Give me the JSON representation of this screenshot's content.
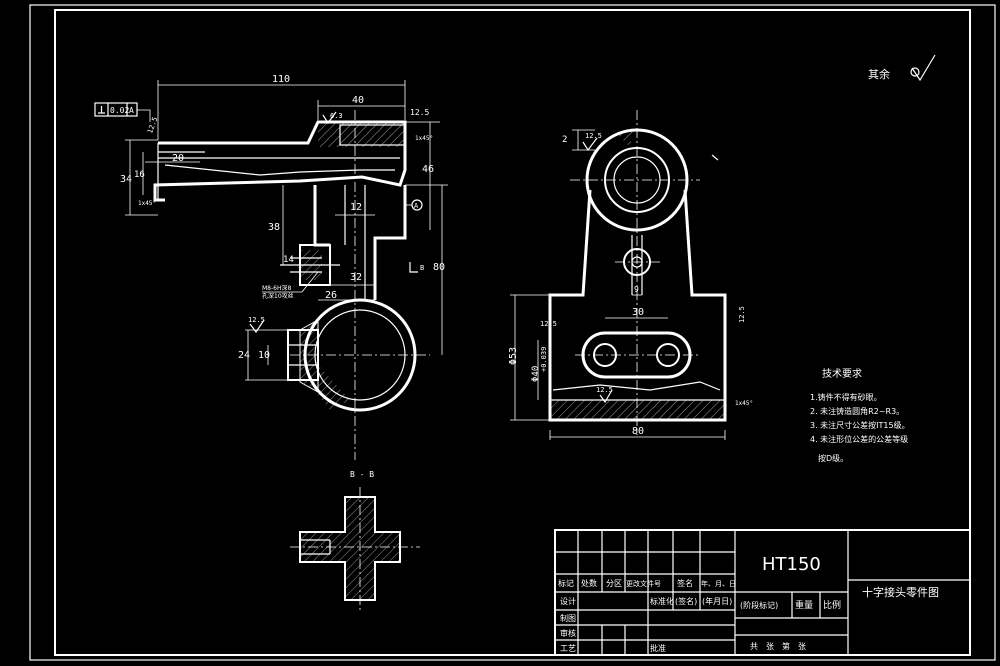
{
  "corner_note": {
    "text": "其余"
  },
  "section_label": "B - B",
  "front_view_dims": {
    "d110": "110",
    "d40": "40",
    "d12_5_top": "12.5",
    "d46": "46",
    "d12": "12",
    "d38": "38",
    "d80": "80",
    "d32": "32",
    "d26": "26",
    "d14": "14",
    "d24": "24",
    "d10": "10",
    "d20": "20",
    "d34": "34",
    "d16": "16",
    "tol_box_a": "0.02",
    "tol_box_b": "A",
    "datum_a": "A",
    "rough_12_5": "12.5",
    "rough_6_3": "6.3",
    "rough_12_5b": "12.5",
    "thread_note_1": "M8-6H深8",
    "thread_note_2": "孔深10攻丝",
    "chamfer_1": "1x45°",
    "chamfer_2": "1x45°",
    "section_mark": "B"
  },
  "side_view_dims": {
    "d80": "80",
    "d30": "30",
    "d9": "9",
    "d53": "Φ53",
    "d40": "Φ40",
    "d40_tol": "+0.039",
    "d2": "2",
    "rough_125": "12.5",
    "rough_125b": "12.5",
    "rough_125c": "12.5",
    "rough_125d": "12.5",
    "chamfer": "1x45°"
  },
  "tech_requirements": {
    "title": "技术要求",
    "items": [
      "1.铸件不得有砂眼。",
      "2. 未注铸造圆角R2~R3。",
      "3. 未注尺寸公差按IT15级。",
      "4. 未注形位公差的公差等级",
      "按D级。"
    ]
  },
  "title_block": {
    "material": "HT150",
    "part_name": "十字接头零件图",
    "headers": [
      "标记",
      "处数",
      "分区",
      "更改文件号",
      "签名",
      "年、月、日"
    ],
    "rows": {
      "design": "设计",
      "standardize": "标准化",
      "sign": "(签名)",
      "date": "(年月日)",
      "drawing": "制图",
      "review": "审核",
      "process": "工艺",
      "approve": "批准"
    },
    "stage_label": "(阶段标记)",
    "weight_label": "重量",
    "scale_label": "比例",
    "sheet_label": "共　张　第　张"
  }
}
